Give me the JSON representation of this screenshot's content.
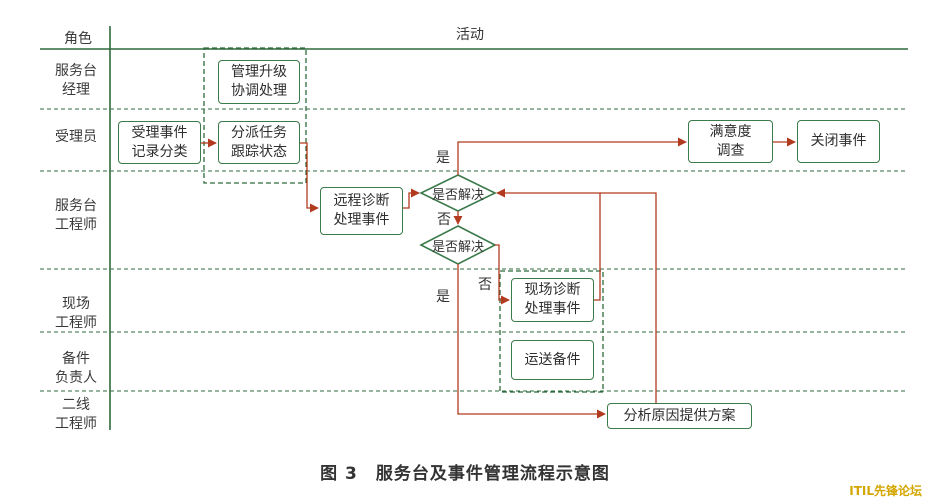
{
  "header": {
    "role": "角色",
    "activity": "活动"
  },
  "lanes": [
    {
      "id": "manager",
      "label": "服务台\n经理"
    },
    {
      "id": "receptionist",
      "label": "受理员"
    },
    {
      "id": "engineer",
      "label": "服务台\n工程师"
    },
    {
      "id": "onsite",
      "label": "现场\n工程师"
    },
    {
      "id": "parts",
      "label": "备件\n负责人"
    },
    {
      "id": "second_line",
      "label": "二线\n工程师"
    }
  ],
  "nodes": {
    "escalation": "管理升级\n协调处理",
    "accept": "受理事件\n记录分类",
    "dispatch": "分派任务\n跟踪状态",
    "survey": "满意度\n调查",
    "close": "关闭事件",
    "remote": "远程诊断\n处理事件",
    "resolved1": "是否解决",
    "resolved2": "是否解决",
    "onsite_fix": "现场诊断\n处理事件",
    "ship_parts": "运送备件",
    "analyze": "分析原因提供方案"
  },
  "edge_labels": {
    "yes1": "是",
    "no1": "否",
    "yes2": "是",
    "no2": "否"
  },
  "caption": "图 3　服务台及事件管理流程示意图",
  "watermark": "ITIL先锋论坛",
  "colors": {
    "lane_line": "#2f6b3c",
    "box_border": "#3b7a4a",
    "arrow": "#b23a1e"
  }
}
